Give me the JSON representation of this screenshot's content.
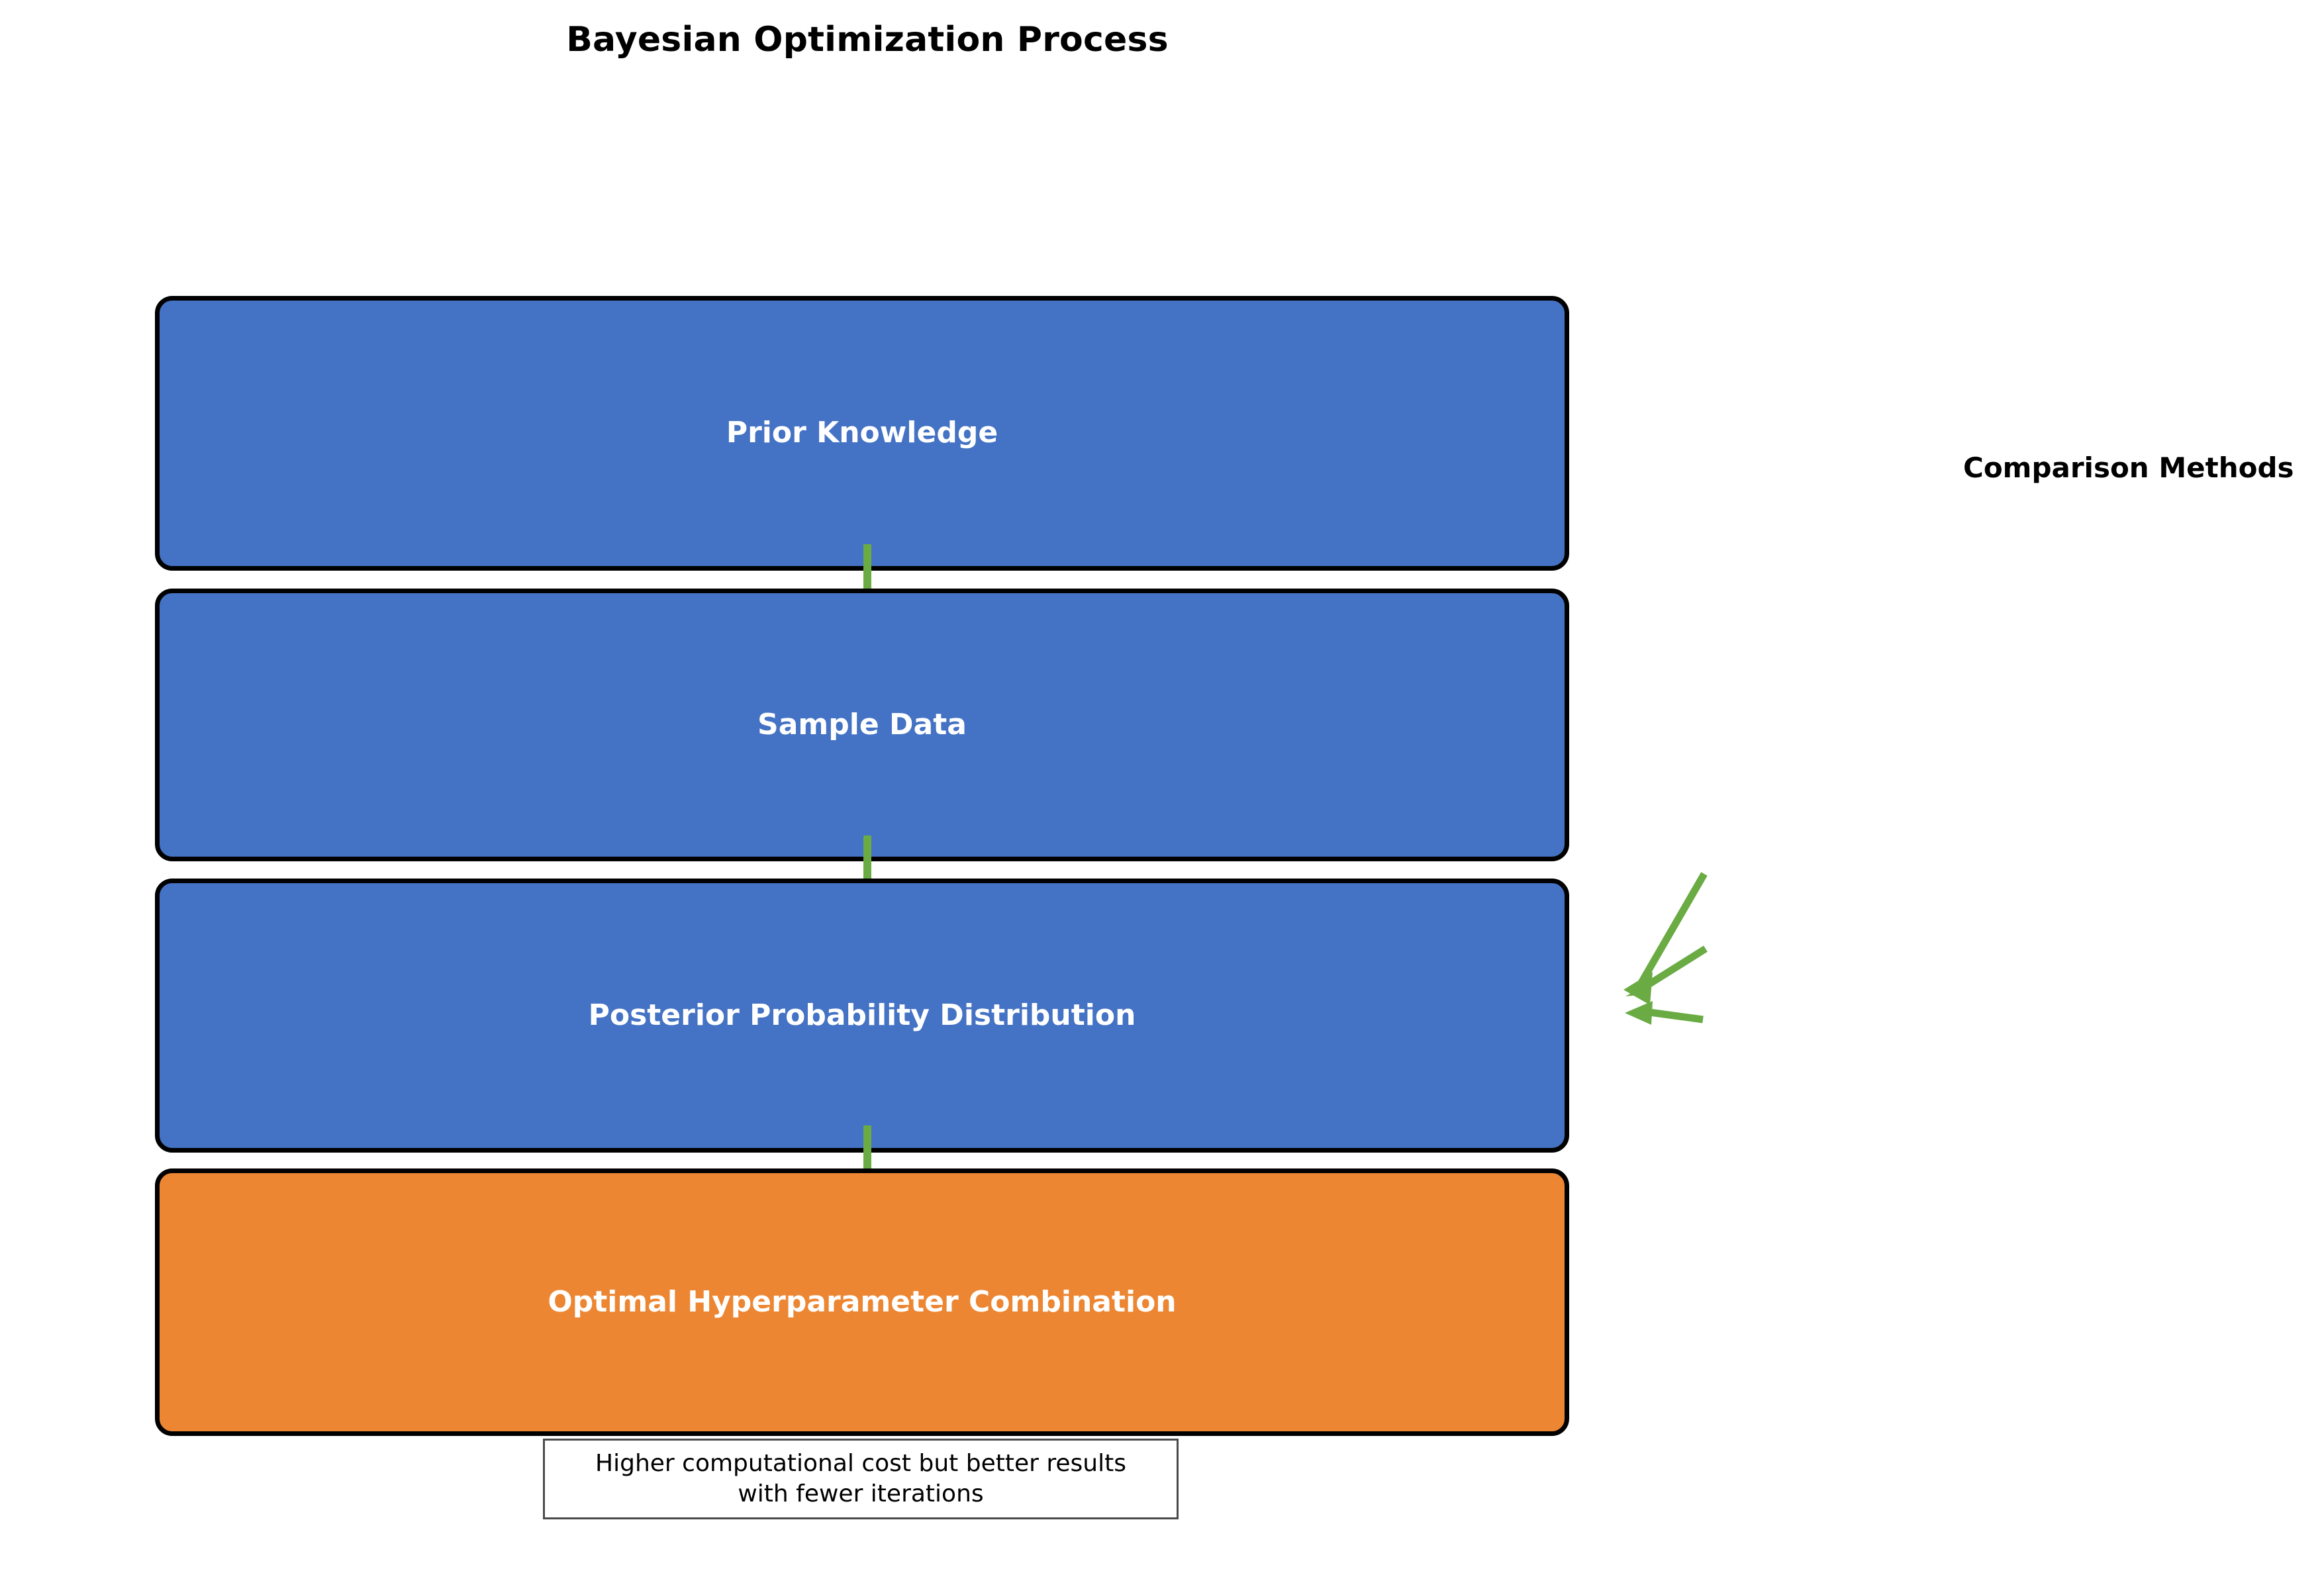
{
  "title": "Bayesian Optimization Process",
  "colors": {
    "box_blue": "#4472C4",
    "box_orange": "#ED8632",
    "arrow_green": "#6AAB44",
    "box_border": "#000000",
    "annotation_border": "#4a4a4a",
    "label_text": "#ffffff",
    "title_text": "#000000",
    "background": "#ffffff"
  },
  "flow": {
    "steps": [
      {
        "label": "Prior Knowledge",
        "color": "#4472C4",
        "highlight": false
      },
      {
        "label": "Sample Data",
        "color": "#4472C4",
        "highlight": false
      },
      {
        "label": "Posterior Probability Distribution",
        "color": "#4472C4",
        "highlight": false
      },
      {
        "label": "Optimal Hyperparameter Combination",
        "color": "#ED8632",
        "highlight": true
      }
    ],
    "connector_count": 3,
    "connector_direction": "down",
    "connector_color": "#6AAB44"
  },
  "side_label": {
    "text": "Comparison Methods",
    "arrow_count": 3,
    "arrow_color": "#6AAB44",
    "points_to_step": "Posterior Probability Distribution"
  },
  "annotation": {
    "line1": "Higher computational cost but better results",
    "line2": "with fewer iterations"
  }
}
